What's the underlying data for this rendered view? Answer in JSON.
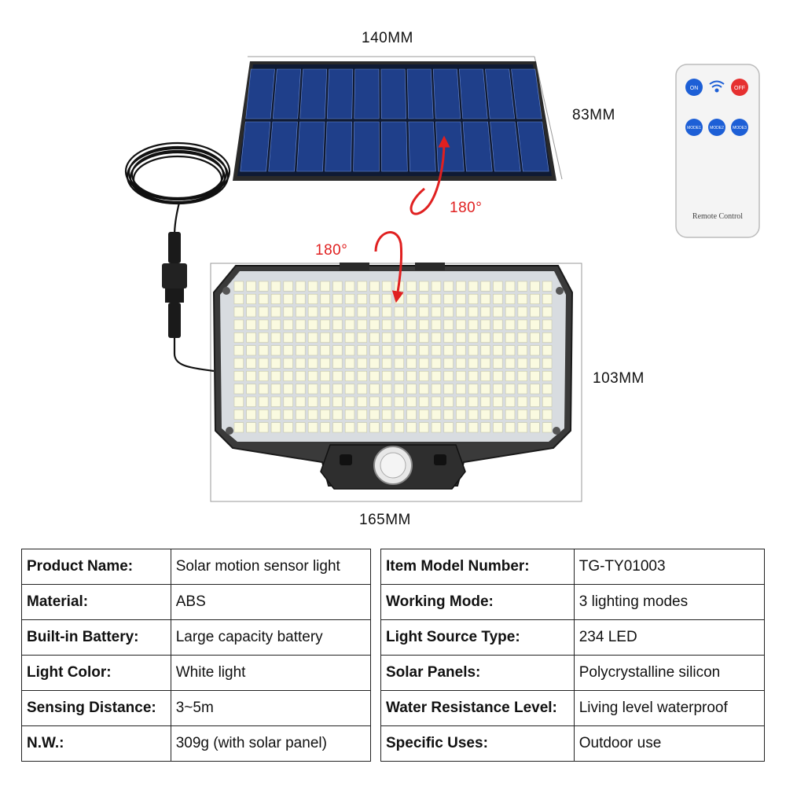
{
  "dimensions": {
    "panel_width": "140MM",
    "panel_height": "83MM",
    "lamp_height": "103MM",
    "lamp_width": "165MM",
    "rotation_top": "180°",
    "rotation_bottom": "180°"
  },
  "remote": {
    "on": "ON",
    "off": "OFF",
    "mode1": "MODE1",
    "mode2": "MODE2",
    "mode3": "MODE3",
    "label": "Remote Control"
  },
  "colors": {
    "arrow": "#e02020",
    "remote_button": "#1d5fd6",
    "remote_off": "#e63030",
    "led": "#fafae0",
    "solar_cell": "#1f3f8a"
  },
  "specs_left": [
    {
      "label": "Product Name:",
      "value": "Solar motion sensor light"
    },
    {
      "label": "Material:",
      "value": "ABS"
    },
    {
      "label": "Built-in Battery:",
      "value": "Large capacity battery"
    },
    {
      "label": "Light Color:",
      "value": "White light"
    },
    {
      "label": "Sensing Distance:",
      "value": "3~5m"
    },
    {
      "label": "N.W.:",
      "value": "309g (with solar panel)"
    }
  ],
  "specs_right": [
    {
      "label": "Item Model Number:",
      "value": "TG-TY01003"
    },
    {
      "label": "Working Mode:",
      "value": "3 lighting modes"
    },
    {
      "label": "Light Source Type:",
      "value": "234 LED"
    },
    {
      "label": "Solar Panels:",
      "value": "Polycrystalline silicon"
    },
    {
      "label": "Water Resistance Level:",
      "value": "Living level waterproof"
    },
    {
      "label": "Specific Uses:",
      "value": "Outdoor use"
    }
  ]
}
